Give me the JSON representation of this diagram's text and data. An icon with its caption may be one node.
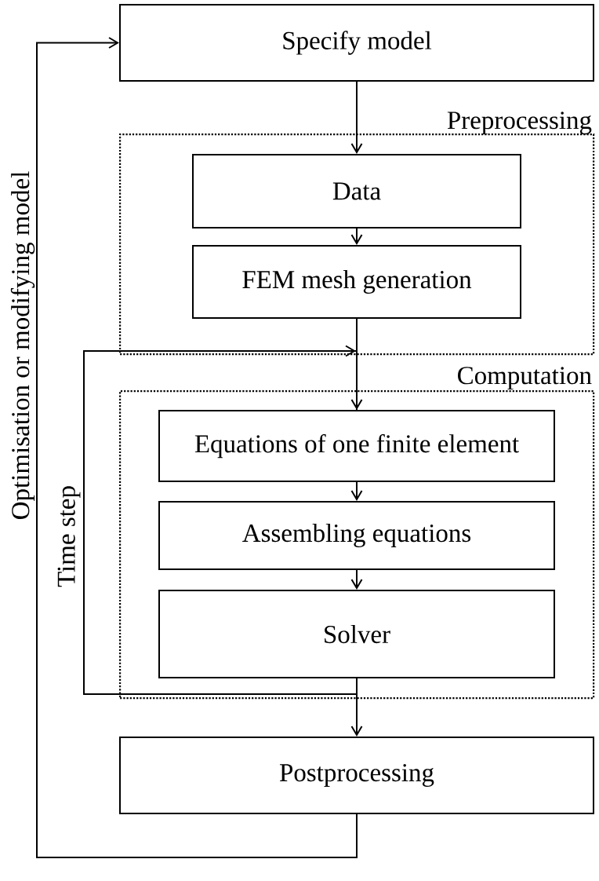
{
  "diagram": {
    "nodes": [
      {
        "text": [
          "Specify model"
        ]
      },
      {
        "text": [
          "Preprocessing"
        ]
      },
      {
        "text": [
          "Data"
        ],
        "in": 1
      },
      {
        "text": [
          "FEM mesh generation"
        ],
        "in": 1
      },
      {
        "text": [
          "Computation"
        ]
      },
      {
        "text": [
          "Equations of one finite element"
        ],
        "in": 4
      },
      {
        "text": [
          "Assembling equations"
        ],
        "in": 4
      },
      {
        "text": [
          "Solver"
        ],
        "in": 4
      },
      {
        "text": [
          "Postprocessing"
        ]
      }
    ],
    "edges": [
      {
        "from": 0,
        "to": 2,
        "arrow": "to"
      },
      {
        "from": 2,
        "to": 3,
        "arrow": "to"
      },
      {
        "from": 3,
        "to": 5,
        "arrow": "to"
      },
      {
        "from": 5,
        "to": 6,
        "arrow": "to"
      },
      {
        "from": 6,
        "to": 7,
        "arrow": "to"
      },
      {
        "from": 7,
        "to": 8,
        "arrow": "to"
      },
      {
        "from": 7,
        "to": 5,
        "arrow": "to",
        "label": "Time step"
      },
      {
        "from": 8,
        "to": 0,
        "arrow": "to",
        "label": "Optimisation or modifying model"
      }
    ]
  }
}
